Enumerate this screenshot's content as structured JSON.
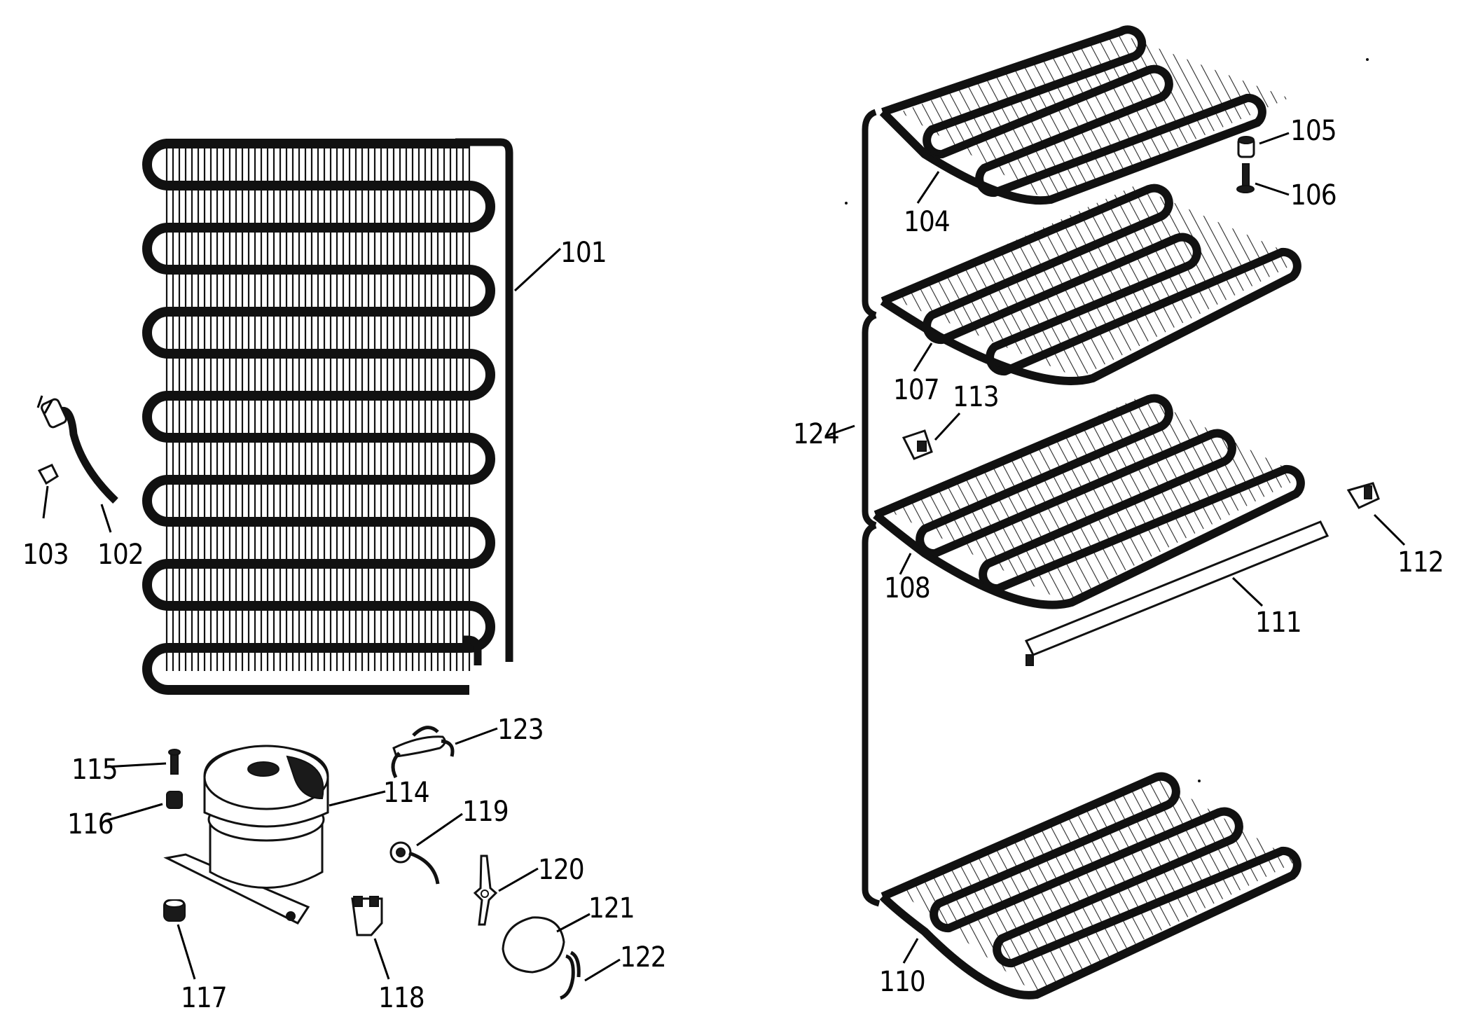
{
  "labels": {
    "p101": "101",
    "p102": "102",
    "p103": "103",
    "p104": "104",
    "p105": "105",
    "p106": "106",
    "p107": "107",
    "p108": "108",
    "p110": "110",
    "p111": "111",
    "p112": "112",
    "p113": "113",
    "p114": "114",
    "p115": "115",
    "p116": "116",
    "p117": "117",
    "p118": "118",
    "p119": "119",
    "p120": "120",
    "p121": "121",
    "p122": "122",
    "p123": "123",
    "p124": "124"
  }
}
